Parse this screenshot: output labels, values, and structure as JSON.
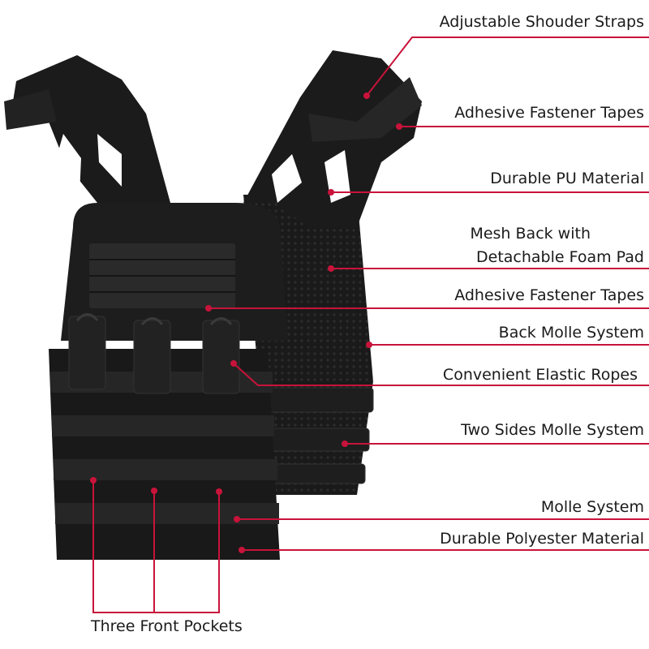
{
  "accent_color": "#c8133a",
  "vest_color": "#1c1c1c",
  "callouts": [
    {
      "id": "shoulder-straps",
      "text": "Adjustable Shouder Straps"
    },
    {
      "id": "fastener-tapes-top",
      "text": "Adhesive Fastener Tapes"
    },
    {
      "id": "pu-material",
      "text": "Durable PU Material"
    },
    {
      "id": "mesh-back-line1",
      "text": "Mesh Back with"
    },
    {
      "id": "mesh-back-line2",
      "text": "Detachable Foam Pad"
    },
    {
      "id": "fastener-tapes-front",
      "text": "Adhesive Fastener Tapes"
    },
    {
      "id": "back-molle",
      "text": "Back Molle System"
    },
    {
      "id": "elastic-ropes",
      "text": "Convenient Elastic Ropes"
    },
    {
      "id": "side-molle",
      "text": "Two Sides Molle System"
    },
    {
      "id": "molle-system",
      "text": "Molle System"
    },
    {
      "id": "polyester",
      "text": "Durable Polyester Material"
    },
    {
      "id": "front-pockets",
      "text": "Three Front Pockets"
    }
  ]
}
